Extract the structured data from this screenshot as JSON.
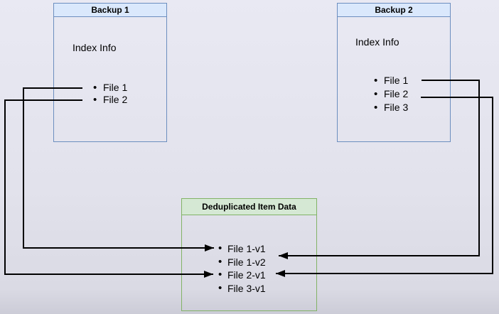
{
  "diagram": {
    "backup1": {
      "title": "Backup 1",
      "index_label": "Index Info",
      "files": [
        "File 1",
        "File 2"
      ]
    },
    "backup2": {
      "title": "Backup 2",
      "index_label": "Index Info",
      "files": [
        "File 1",
        "File 2",
        "File 3"
      ]
    },
    "dedup": {
      "title": "Deduplicated Item Data",
      "items": [
        "File 1-v1",
        "File 1-v2",
        "File 2-v1",
        "File 3-v1"
      ]
    },
    "edges": [
      {
        "from": "Backup 1 / File 1",
        "to": "Deduplicated Item Data / File 1-v1",
        "route": "left"
      },
      {
        "from": "Backup 1 / File 2",
        "to": "Deduplicated Item Data / File 2-v1",
        "route": "left"
      },
      {
        "from": "Backup 2 / File 1",
        "to": "Deduplicated Item Data / File 1-v2",
        "route": "right"
      },
      {
        "from": "Backup 2 / File 2",
        "to": "Deduplicated Item Data / File 2-v1",
        "route": "right"
      }
    ],
    "colors": {
      "backup_header_fill": "#dae8fc",
      "backup_border": "#6c8ebf",
      "dedup_header_fill": "#d5e8d4",
      "dedup_border": "#82b366",
      "connector": "#000000"
    }
  }
}
